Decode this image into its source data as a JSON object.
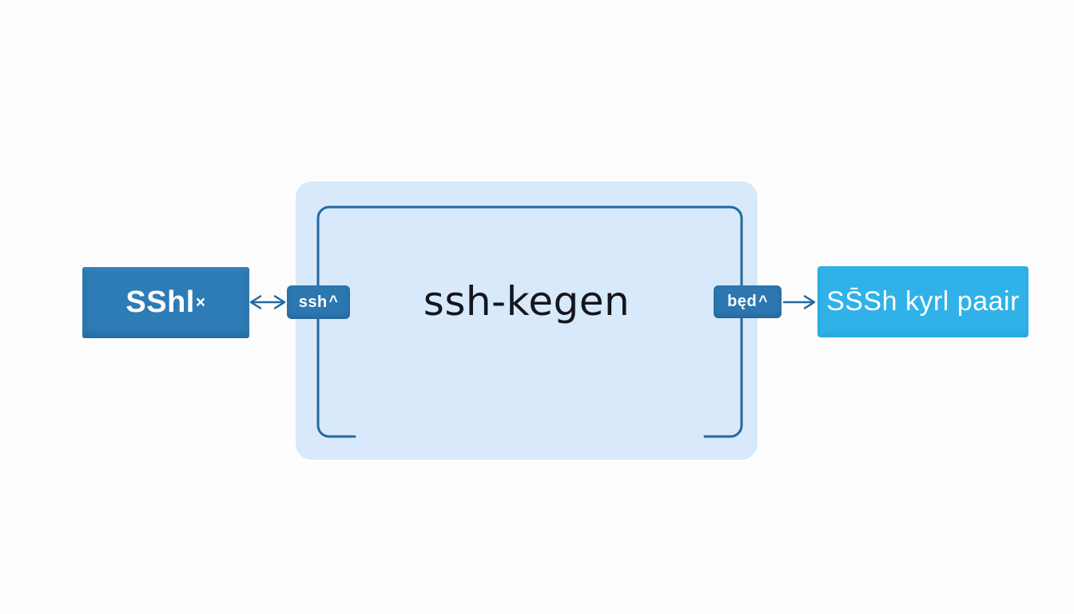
{
  "diagram": {
    "left_box": {
      "label": "SShl",
      "label_sup": "×"
    },
    "left_connector": {
      "label": "ssh",
      "label_sup": "^"
    },
    "process_box": {
      "label": "ssh-kegen"
    },
    "right_connector": {
      "label": "będ",
      "label_sup": "^"
    },
    "right_box": {
      "label": "SS̄Sh kyrl paair"
    }
  },
  "colors": {
    "background": "#FDFDFD",
    "left_box": "#2E7CB6",
    "connector_box": "#2C77B0",
    "process_fill": "#D7E9FA",
    "process_border": "#24689E",
    "right_box": "#30B2E9",
    "arrow": "#24689E",
    "process_text": "#15151D",
    "box_text": "#FFFFFF"
  }
}
